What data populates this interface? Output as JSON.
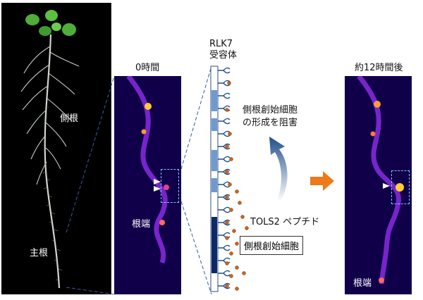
{
  "labels": {
    "lateral_root": "側根",
    "main_root": "主根",
    "time0": "0時間",
    "receptor_line1": "RLK7",
    "receptor_line2": "受容体",
    "root_tip_left": "根端",
    "inhibit_line1": "側根創始細胞",
    "inhibit_line2": "の形成を阻害",
    "peptide": "TOLS2 ペプチド",
    "founder_cell": "側根創始細胞",
    "time12": "約12時間後",
    "root_tip_right": "根端"
  },
  "colors": {
    "panel_bg": "#10004a",
    "root_signal": "#8a2be2",
    "hotspot": "#ffcc33",
    "membrane": "#2f6fb3",
    "peptide_dot": "#c9651c",
    "arrow_orange": "#ee7a1a",
    "arrow_blue": "#1f4f8a",
    "dashed": "#7fc3ff"
  },
  "icons": [
    "white-triangle-marker-icon",
    "orange-right-arrow-icon",
    "curved-inhibition-arrow-icon",
    "receptor-y-icon"
  ]
}
